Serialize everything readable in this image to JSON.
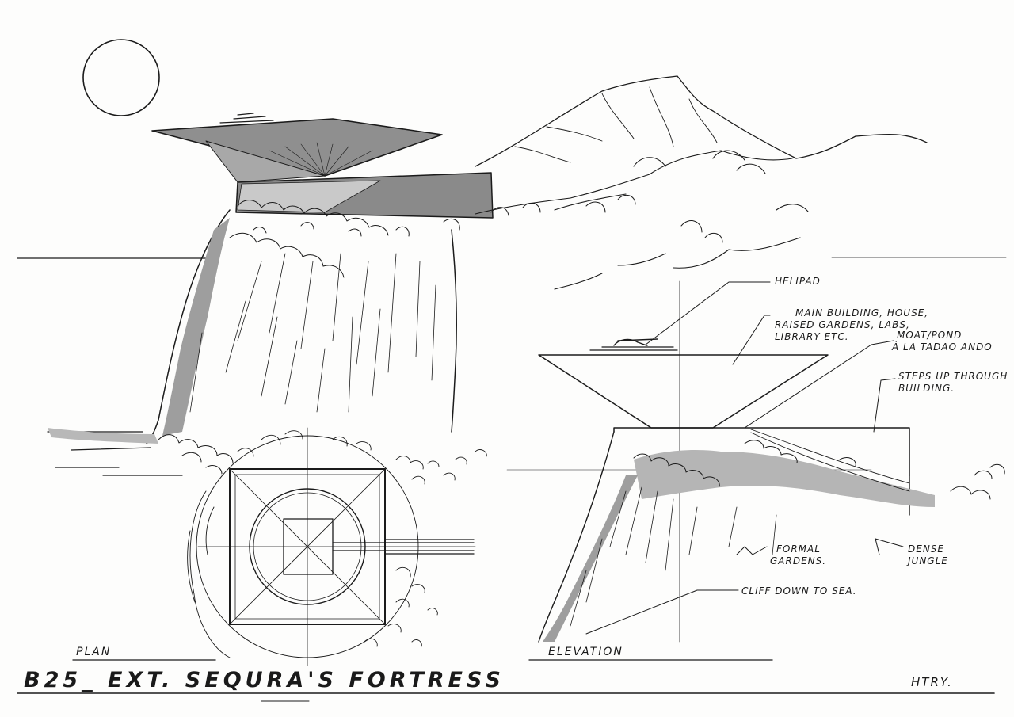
{
  "title": "B25_ EXT. SEQURA'S FORTRESS",
  "views": {
    "plan": "PLAN",
    "elevation": "ELEVATION"
  },
  "annotations": {
    "helipad": "HELIPAD",
    "main_building": [
      "MAIN BUILDING, HOUSE,",
      "RAISED GARDENS, LABS,",
      "LIBRARY etc."
    ],
    "moat": [
      "MOAT/POND",
      "à la TADAO ANDO"
    ],
    "steps": [
      "STEPS UP THROUGH",
      "BUILDING."
    ],
    "formal_gardens": [
      "FORMAL",
      "GARDENS."
    ],
    "dense_jungle": [
      "DENSE",
      "JUNGLE"
    ],
    "cliff": "CLIFF DOWN TO SEA."
  },
  "initials": "HTRY."
}
